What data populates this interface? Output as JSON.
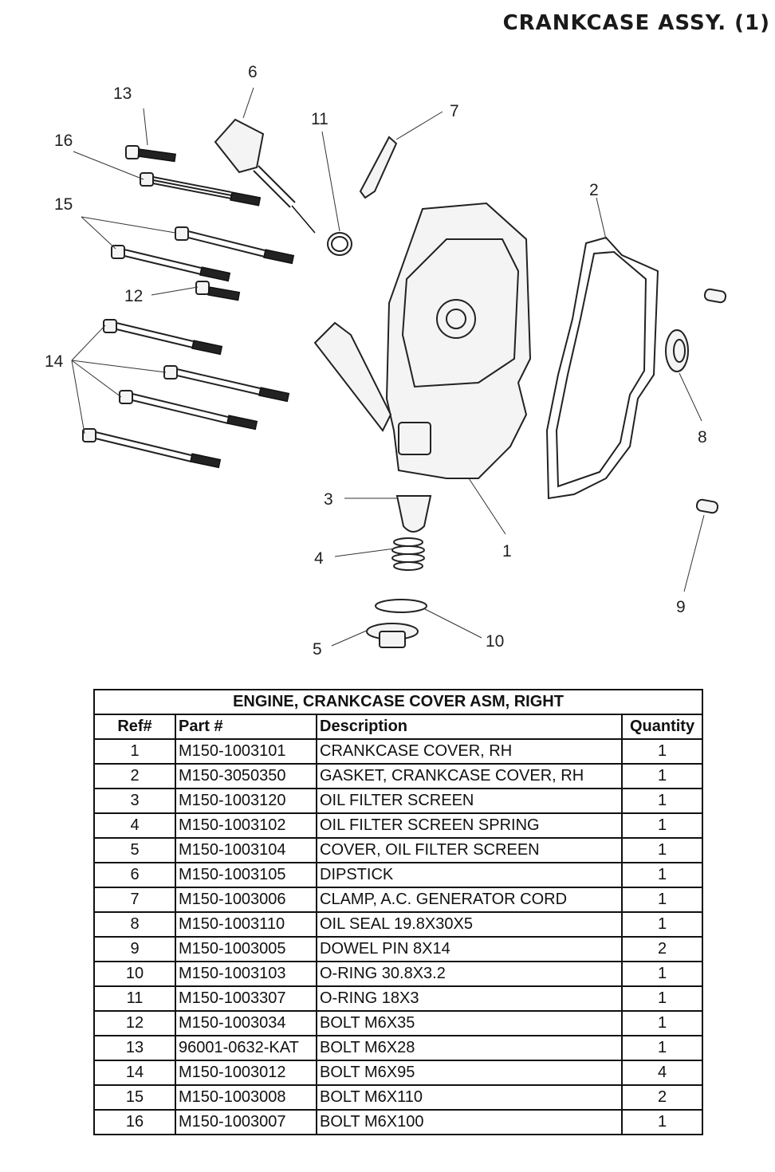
{
  "page_title": "CRANKCASE ASSY. (1)",
  "diagram": {
    "callouts": [
      "1",
      "2",
      "3",
      "4",
      "5",
      "6",
      "7",
      "8",
      "9",
      "10",
      "11",
      "12",
      "13",
      "14",
      "15",
      "16"
    ]
  },
  "table": {
    "caption": "ENGINE, CRANKCASE COVER ASM, RIGHT",
    "headers": {
      "ref": "Ref#",
      "part": "Part #",
      "desc": "Description",
      "qty": "Quantity"
    },
    "rows": [
      {
        "ref": "1",
        "part": "M150-1003101",
        "desc": "CRANKCASE COVER, RH",
        "qty": "1"
      },
      {
        "ref": "2",
        "part": "M150-3050350",
        "desc": "GASKET, CRANKCASE COVER, RH",
        "qty": "1"
      },
      {
        "ref": "3",
        "part": "M150-1003120",
        "desc": "OIL FILTER SCREEN",
        "qty": "1"
      },
      {
        "ref": "4",
        "part": "M150-1003102",
        "desc": "OIL FILTER SCREEN SPRING",
        "qty": "1"
      },
      {
        "ref": "5",
        "part": "M150-1003104",
        "desc": "COVER, OIL FILTER SCREEN",
        "qty": "1"
      },
      {
        "ref": "6",
        "part": "M150-1003105",
        "desc": "DIPSTICK",
        "qty": "1"
      },
      {
        "ref": "7",
        "part": "M150-1003006",
        "desc": "CLAMP, A.C. GENERATOR CORD",
        "qty": "1"
      },
      {
        "ref": "8",
        "part": "M150-1003110",
        "desc": "OIL SEAL 19.8X30X5",
        "qty": "1"
      },
      {
        "ref": "9",
        "part": "M150-1003005",
        "desc": "DOWEL PIN 8X14",
        "qty": "2"
      },
      {
        "ref": "10",
        "part": "M150-1003103",
        "desc": "O-RING 30.8X3.2",
        "qty": "1"
      },
      {
        "ref": "11",
        "part": "M150-1003307",
        "desc": "O-RING 18X3",
        "qty": "1"
      },
      {
        "ref": "12",
        "part": "M150-1003034",
        "desc": "BOLT M6X35",
        "qty": "1"
      },
      {
        "ref": "13",
        "part": "96001-0632-KAT",
        "desc": "BOLT M6X28",
        "qty": "1"
      },
      {
        "ref": "14",
        "part": "M150-1003012",
        "desc": "BOLT M6X95",
        "qty": "4"
      },
      {
        "ref": "15",
        "part": "M150-1003008",
        "desc": "BOLT M6X110",
        "qty": "2"
      },
      {
        "ref": "16",
        "part": "M150-1003007",
        "desc": "BOLT M6X100",
        "qty": "1"
      }
    ]
  }
}
